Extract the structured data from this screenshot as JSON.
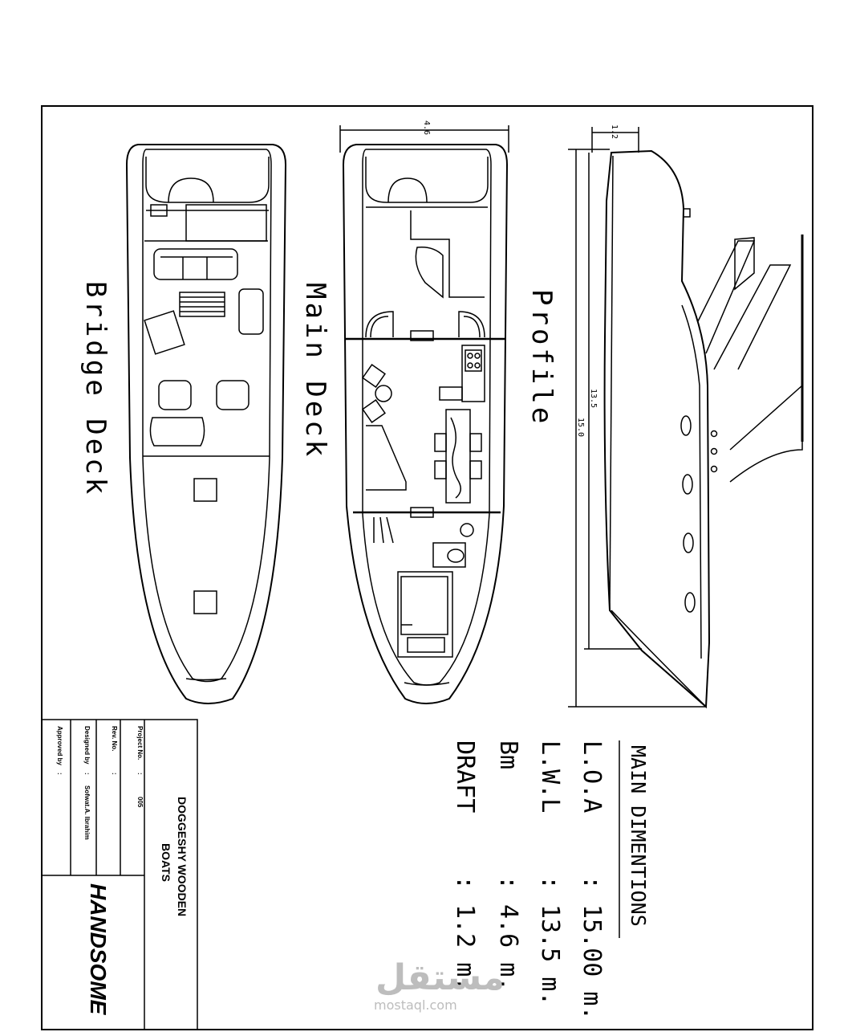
{
  "views": {
    "bridge_deck": "Bridge Deck",
    "main_deck": "Main Deck",
    "profile": "Profile"
  },
  "dimension_labels": {
    "beam": "4.6",
    "draft": "1.2",
    "lwl": "13.5",
    "loa": "15.0"
  },
  "main_dimensions": {
    "heading": "MAIN DIMENTIONS",
    "rows": [
      {
        "label": "L.O.A",
        "sep": ":",
        "value": "15.00 m."
      },
      {
        "label": "L.W.L",
        "sep": ":",
        "value": "13.5 m."
      },
      {
        "label": "Bm",
        "sep": ":",
        "value": "4.6 m."
      },
      {
        "label": "DRAFT",
        "sep": ":",
        "value": "1.2 m."
      }
    ]
  },
  "title_block": {
    "company": "DOGGESHY WOODEN",
    "company_line2": "BOATS",
    "project_name": "HANDSOME",
    "project_no_label": "Project No.",
    "project_no_sep": ":",
    "project_no": "005",
    "rev_no_label": "Rev. No.",
    "rev_no_sep": ":",
    "designed_by_label": "Designed by",
    "designed_by_sep": ":",
    "designed_by": "Sofwat.A. Ibrahim",
    "approved_by_label": "Approved by",
    "approved_by_sep": ":"
  },
  "watermark": {
    "arabic": "مستقل",
    "latin": "mostaql.com"
  },
  "colors": {
    "line": "#000000",
    "background": "#ffffff",
    "watermark": "#bdbdbd"
  }
}
